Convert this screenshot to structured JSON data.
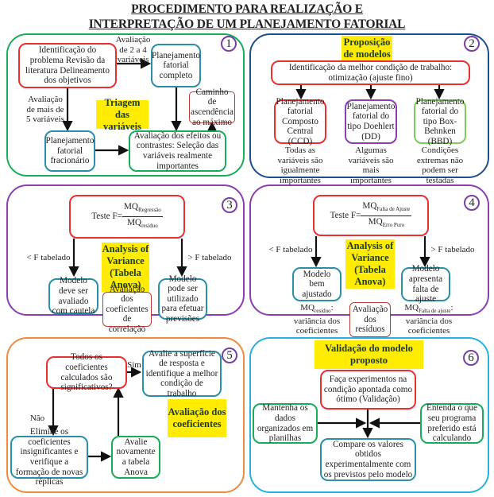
{
  "title": {
    "line1": "PROCEDIMENTO PARA REALIZAÇÃO E",
    "line2": "INTERPRETAÇÃO DE UM PLANEJAMENTO FATORIAL"
  },
  "colors": {
    "panel1": "#18ad5a",
    "panel2": "#1f4e8c",
    "panel3": "#8a3fb0",
    "panel4": "#8a3fb0",
    "panel5": "#f08a3c",
    "panel6": "#28b0e0",
    "highlight": "#ffec00",
    "number_circle": "#7a3fa0"
  },
  "panels": {
    "p1": {
      "number": "1",
      "highlight": "Triagem das variáveis",
      "start_box": "Identificação do problema Revisão da literatura Delineamento dos objetivos",
      "label_2_4": "Avaliação de 2 a 4 variáveis",
      "label_5": "Avaliação de mais de 5 variáveis",
      "full_factorial": "Planejamento fatorial completo",
      "fractional_factorial": "Planejamento fatorial fracionário",
      "effects_box": "Avaliação dos efeitos ou contrastes: Seleção das variáveis realmente importantes",
      "ascent_box": "Caminho de ascendência ao máximo"
    },
    "p2": {
      "number": "2",
      "highlight": "Proposição de modelos",
      "top_box": "Identificação da melhor condição de trabalho: otimização (ajuste fino)",
      "designs": [
        {
          "box": "Planejamento fatorial Composto Central (CCD)",
          "note": "Todas as variáveis são igualmente importantes"
        },
        {
          "box": "Planejamento fatorial do tipo Doehlert (DD)",
          "note": "Algumas variáveis são mais importantes"
        },
        {
          "box": "Planejamento fatorial do tipo Box-Behnken (BBD)",
          "note": "Condições extremas não podem ser testadas"
        }
      ]
    },
    "p3": {
      "number": "3",
      "test_label": "Teste F=",
      "numerator": "MQ",
      "numerator_sub": "Regressão",
      "denominator": "MQ",
      "denominator_sub": "resíduo",
      "highlight": "Analysis of Variance (Tabela Anova)",
      "left_label": "< F tabelado",
      "right_label": "> F tabelado",
      "left_box": "Modelo deve ser avaliado com cautela",
      "center_box": "Avaliação dos coeficientes de correlação",
      "right_box": "Modelo pode ser utilizado para efetuar previsões"
    },
    "p4": {
      "number": "4",
      "test_label": "Teste F=",
      "numerator": "MQ",
      "numerator_sub": "Falta de Ajuste",
      "denominator": "MQ",
      "denominator_sub": "Erro Puro",
      "highlight": "Analysis of Variance (Tabela Anova)",
      "left_label": "< F tabelado",
      "right_label": "> F tabelado",
      "left_box": "Modelo bem ajustado",
      "right_box": "Modelo apresenta falta de ajuste",
      "left_note_mq": "MQ",
      "left_note_sub": "resíduo",
      "left_note_rest": ": variância dos coeficientes",
      "center_box": "Avaliação dos resíduos",
      "right_note_mq": "MQ",
      "right_note_sub": "Falta de ajuste",
      "right_note_rest": ": variância dos coeficientes"
    },
    "p5": {
      "number": "5",
      "question_box": "Todos os coeficientes calculados são significativos?",
      "yes_label": "Sim",
      "no_label": "Não",
      "yes_box": "Avalie a superfície de resposta e identifique a melhor condição de trabalho",
      "eliminate_box": "Elimine os coeficientes insignificantes e verifique a formação de novas réplicas",
      "reevaluate_box": "Avalie novamente a tabela Anova",
      "highlight": "Avaliação dos coeficientes"
    },
    "p6": {
      "number": "6",
      "highlight": "Validação do modelo proposto",
      "experiment_box": "Faça experimentos na condição apontada como ótimo (Validação)",
      "left_box": "Mantenha os dados organizados em planilhas",
      "right_box": "Entenda o que seu programa preferido está calculando",
      "compare_box": "Compare os valores obtidos experimentalmente com os previstos pelo modelo"
    }
  }
}
